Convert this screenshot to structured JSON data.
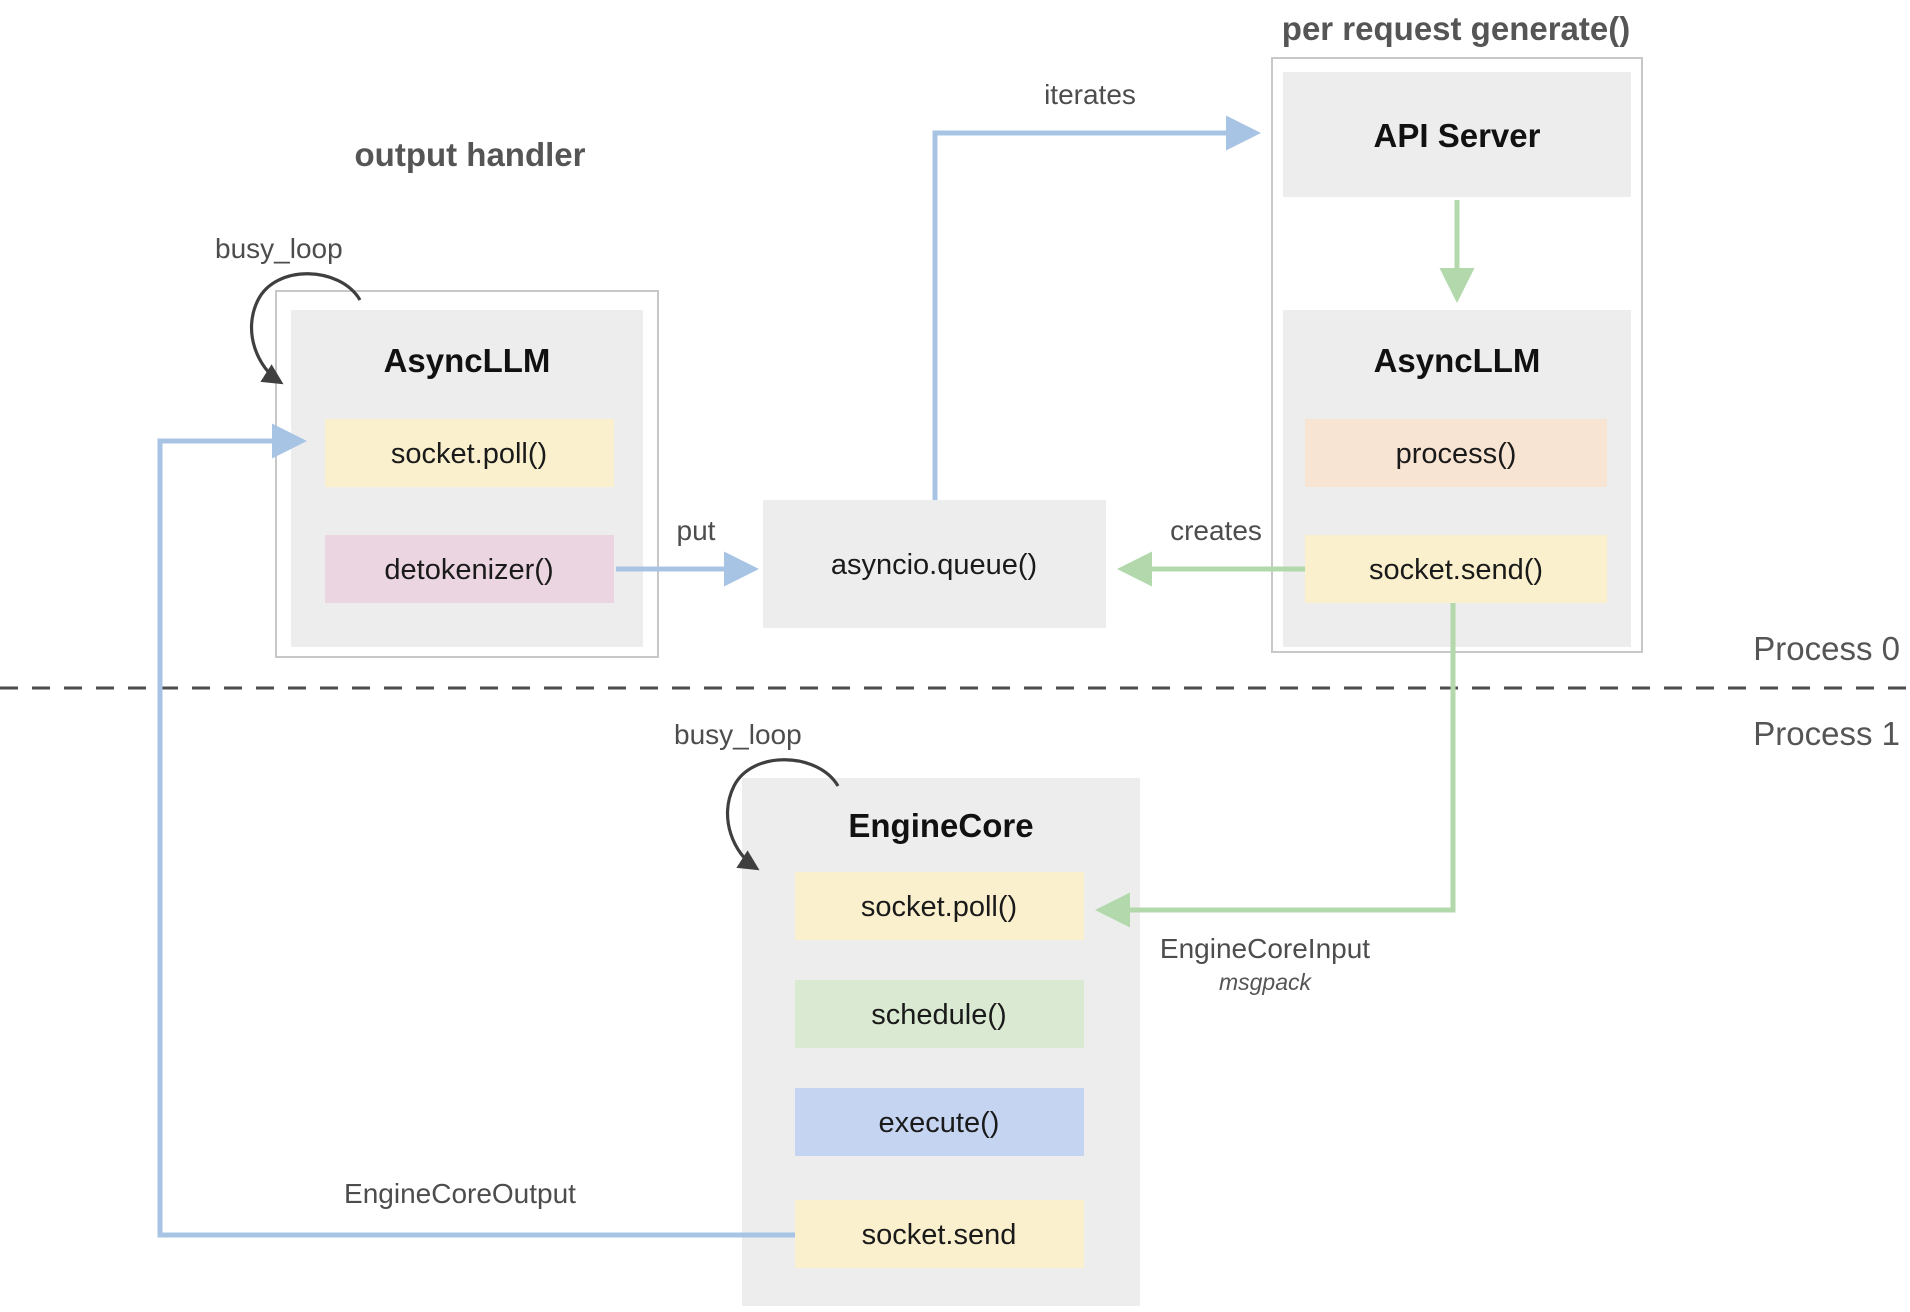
{
  "diagram": {
    "title_hidden": "",
    "groups": [
      {
        "id": "output-handler",
        "label": "output handler"
      },
      {
        "id": "per-request-generate",
        "label": "per request generate()"
      }
    ],
    "process_labels": {
      "top": "Process 0",
      "bottom": "Process 1"
    },
    "nodes": {
      "async_llm_left": {
        "title": "AsyncLLM",
        "functions": [
          {
            "name": "socket.poll()",
            "color": "#faf0cd"
          },
          {
            "name": "detokenizer()",
            "color": "#ebd5e0"
          }
        ]
      },
      "api_server": {
        "title": "API Server"
      },
      "async_llm_right": {
        "title": "AsyncLLM",
        "functions": [
          {
            "name": "process()",
            "color": "#f8e4d2"
          },
          {
            "name": "socket.send()",
            "color": "#faf0cd"
          }
        ]
      },
      "asyncio_queue": {
        "title": "asyncio.queue()"
      },
      "engine_core": {
        "title": "EngineCore",
        "functions": [
          {
            "name": "socket.poll()",
            "color": "#faf0cd"
          },
          {
            "name": "schedule()",
            "color": "#d9e9d2"
          },
          {
            "name": "execute()",
            "color": "#c5d4f0"
          },
          {
            "name": "socket.send",
            "color": "#faf0cd"
          }
        ]
      }
    },
    "edges": [
      {
        "id": "busy-loop-left",
        "label": "busy_loop",
        "color": "#3f3f3f"
      },
      {
        "id": "busy-loop-engine",
        "label": "busy_loop",
        "color": "#3f3f3f"
      },
      {
        "id": "queue-to-api",
        "label": "iterates",
        "color": "#a8c4e5"
      },
      {
        "id": "detokenizer-to-queue",
        "label": "put",
        "color": "#a8c4e5"
      },
      {
        "id": "socketsend-to-queue",
        "label": "creates",
        "color": "#b2d8ac"
      },
      {
        "id": "socketsend-to-enginecore",
        "label": "EngineCoreInput",
        "sublabel": "msgpack",
        "color": "#b2d8ac"
      },
      {
        "id": "enginecore-to-asyncllm",
        "label": "EngineCoreOutput",
        "color": "#a8c4e5"
      },
      {
        "id": "api-to-asyncllm",
        "label": "",
        "color": "#b2d8ac"
      }
    ],
    "colors": {
      "panel": "#ededed",
      "blue_flow": "#a8c4e5",
      "green_flow": "#b2d8ac",
      "loop_arrow": "#3f3f3f",
      "frame_border": "#c8c8c8",
      "yellow": "#faf0cd",
      "pink": "#ebd5e0",
      "peach": "#f8e4d2",
      "green_block": "#d9e9d2",
      "blue_block": "#c5d4f0",
      "background": "#ffffff"
    }
  }
}
